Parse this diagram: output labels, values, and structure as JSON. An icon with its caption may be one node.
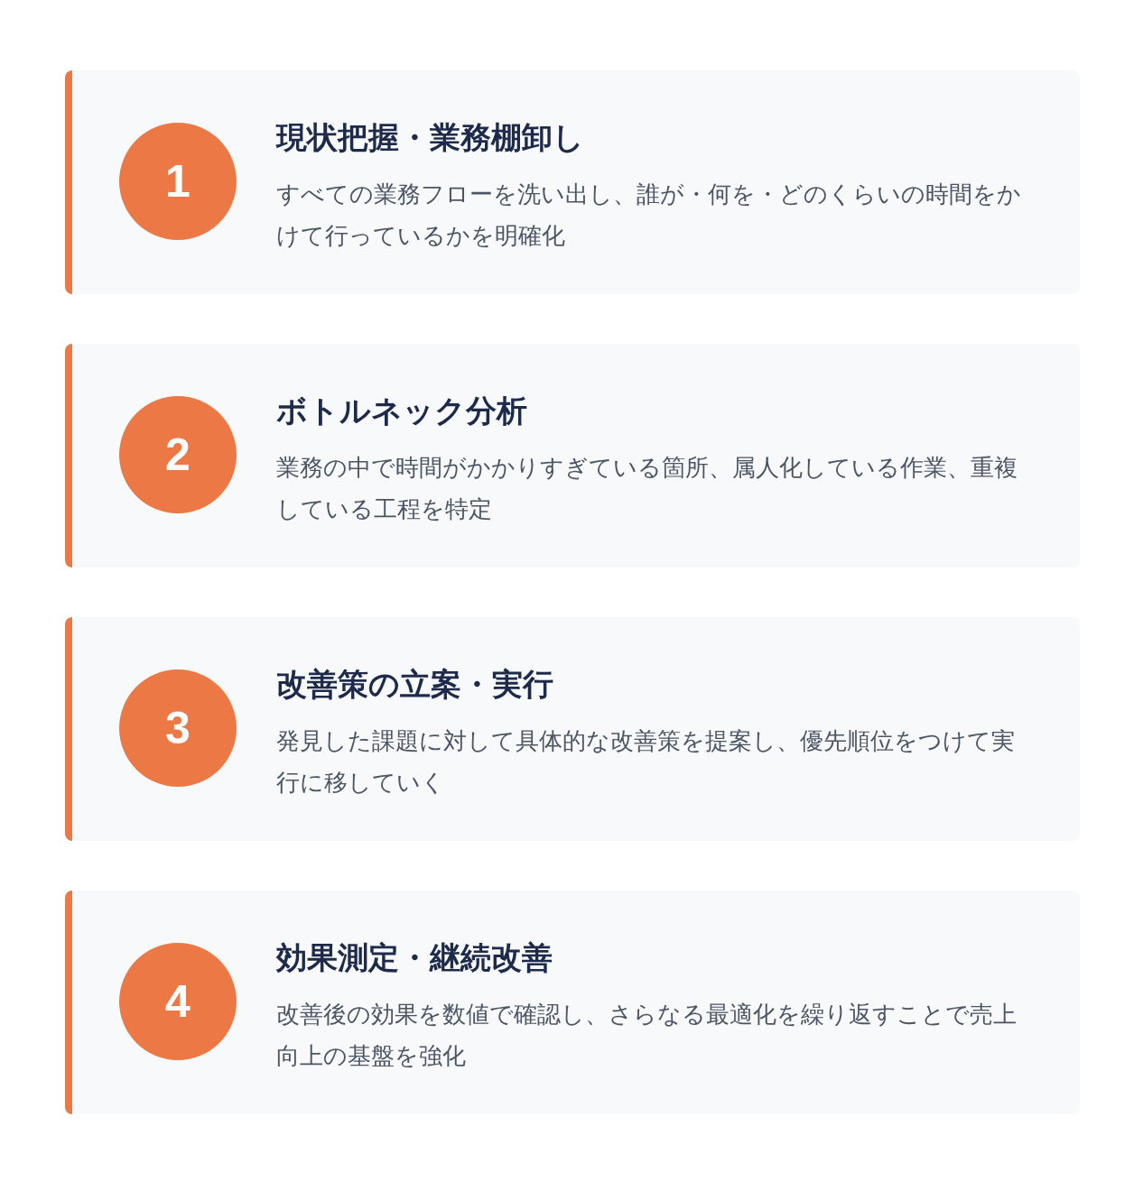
{
  "diagram": {
    "nodes": [
      {
        "text": [
          "現状把握・業務棚卸し",
          "すべての業務フローを洗い出し、誰が・何を・どのくらいの時間をかけて行っているかを明確化"
        ]
      },
      {
        "text": [
          "1"
        ],
        "in": 0
      },
      {
        "text": [
          "ボトルネック分析",
          "業務の中で時間がかかりすぎている箇所、属人化している作業、重複している工程を特定"
        ]
      },
      {
        "text": [
          "2"
        ],
        "in": 2
      },
      {
        "text": [
          "改善策の立案・実行",
          "発見した課題に対して具体的な改善策を提案し、優先順位をつけて実行に移していく"
        ]
      },
      {
        "text": [
          "3"
        ],
        "in": 4
      },
      {
        "text": [
          "効果測定・継続改善",
          "改善後の効果を数値で確認し、さらなる最適化を繰り返すことで売上向上の基盤を強化"
        ]
      },
      {
        "text": [
          "4"
        ],
        "in": 6
      }
    ]
  }
}
